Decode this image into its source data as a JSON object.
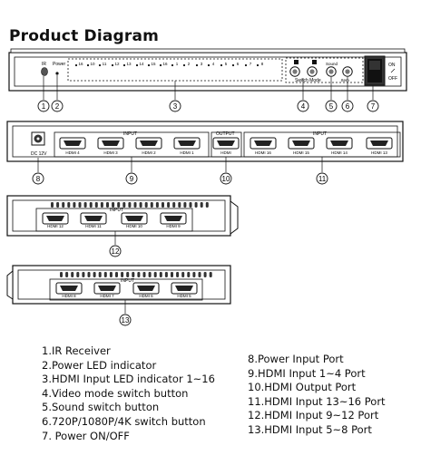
{
  "title": "Product Diagram",
  "front_panel": {
    "ir_label": "IR",
    "power_label": "Power",
    "led_numbers": [
      "16",
      "10",
      "11",
      "12",
      "13",
      "14",
      "15",
      "16",
      "1",
      "2",
      "3",
      "4",
      "5",
      "6",
      "7",
      "8"
    ],
    "switch_mode_label": "Switch Mode",
    "sound_label": "Sound",
    "item_label": "Item",
    "on_label": "ON",
    "off_label": "OFF"
  },
  "rear_panel": {
    "dc_label": "DC 12V",
    "input_label_left": "INPUT",
    "output_label": "OUTPUT",
    "input_label_right": "INPUT",
    "ports": [
      "HDMI 4",
      "HDMI 3",
      "HDMI 2",
      "HDMI 1",
      "HDMI",
      "HDMI 16",
      "HDMI 15",
      "HDMI 14",
      "HDMI 13"
    ]
  },
  "side_panel_a": {
    "input_label": "INPUT",
    "ports": [
      "HDMI 12",
      "HDMI 11",
      "HDMI 10",
      "HDMI 9"
    ]
  },
  "side_panel_b": {
    "input_label": "INPUT",
    "ports": [
      "HDMI 8",
      "HDMI 7",
      "HDMI 6",
      "HDMI 5"
    ]
  },
  "callouts": [
    "1",
    "2",
    "3",
    "4",
    "5",
    "6",
    "7",
    "8",
    "9",
    "10",
    "11",
    "12",
    "13"
  ],
  "legend_left": [
    "1.IR Receiver",
    "2.Power LED indicator",
    "3.HDMI Input LED indicator 1~16",
    "4.Video mode switch button",
    "5.Sound switch button",
    "6.720P/1080P/4K switch button",
    "7. Power ON/OFF"
  ],
  "legend_right": [
    "8.Power Input Port",
    "9.HDMI Input 1~4 Port",
    "10.HDMI Output Port",
    "11.HDMI Input 13~16 Port",
    "12.HDMI Input 9~12 Port",
    "13.HDMI Input 5~8 Port"
  ]
}
